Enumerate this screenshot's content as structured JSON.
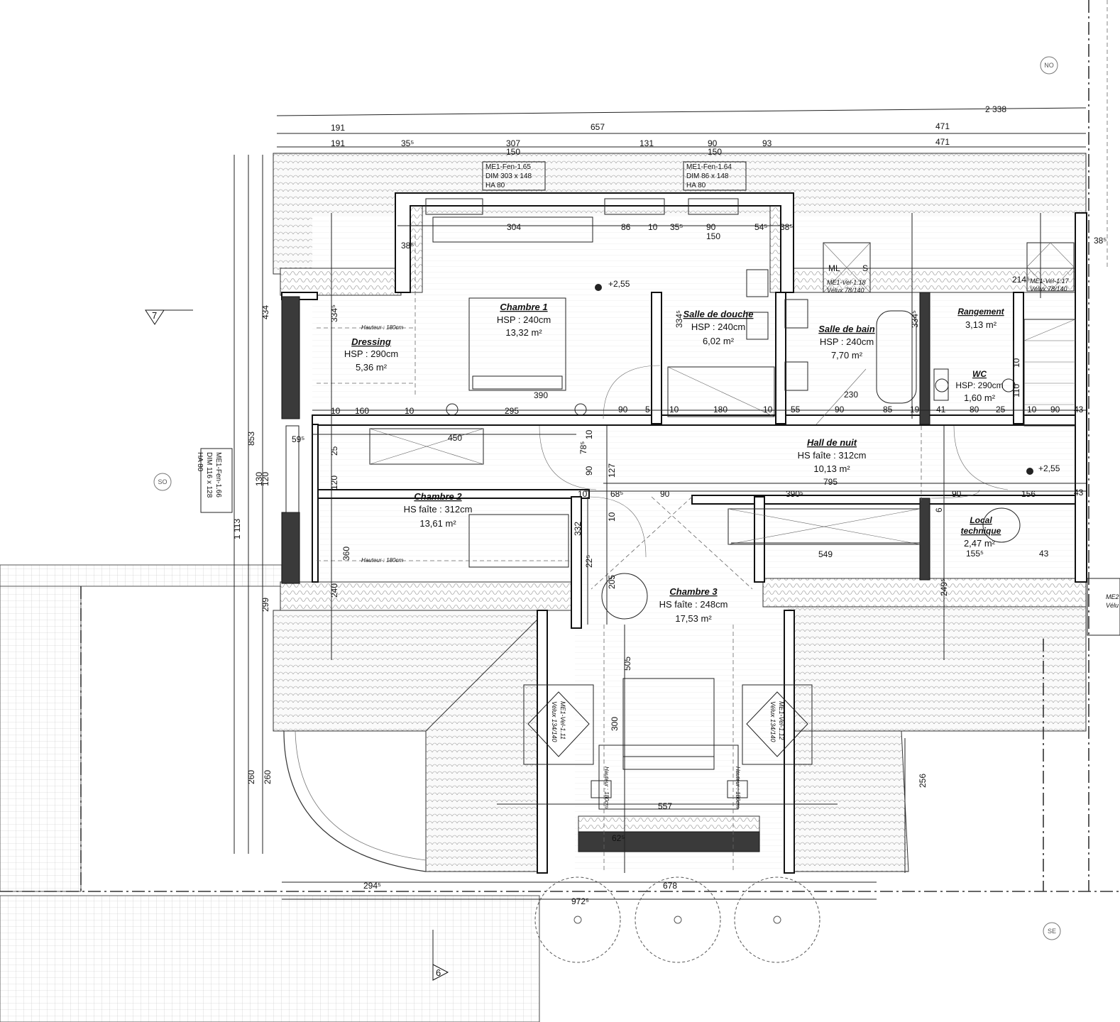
{
  "rooms": {
    "dressing": {
      "name": "Dressing",
      "hsp": "HSP : 290cm",
      "area": "5,36 m²"
    },
    "chambre1": {
      "name": "Chambre 1",
      "hsp": "HSP : 240cm",
      "area": "13,32 m²"
    },
    "salle_douche": {
      "name": "Salle de douche",
      "hsp": "HSP : 240cm",
      "area": "6,02 m²"
    },
    "salle_bain": {
      "name": "Salle de bain",
      "hsp": "HSP : 240cm",
      "area": "7,70 m²"
    },
    "rangement": {
      "name": "Rangement",
      "area": "3,13 m²"
    },
    "wc": {
      "name": "WC",
      "hsp": "HSP: 290cm",
      "area": "1,60 m²"
    },
    "hall": {
      "name": "Hall de nuit",
      "hsp": "HS faîte : 312cm",
      "area": "10,13 m²"
    },
    "chambre2": {
      "name": "Chambre 2",
      "hsp": "HS faîte : 312cm",
      "area": "13,61 m²"
    },
    "local": {
      "name1": "Local",
      "name2": "technique",
      "area": "2,47 m²"
    },
    "chambre3": {
      "name": "Chambre 3",
      "hsp": "HS faîte : 248cm",
      "area": "17,53 m²"
    }
  },
  "windows": {
    "fen165": {
      "l1": "ME1-Fen-1.65",
      "l2": "DIM  303 x 148",
      "l3": "HA   80"
    },
    "fen164": {
      "l1": "ME1-Fen-1.64",
      "l2": "DIM  86 x 148",
      "l3": "HA   80"
    },
    "fen166": {
      "l1": "ME1-Fen-1.66",
      "l2": "DIM  116 x 128",
      "l3": "HA   80"
    },
    "vel118": {
      "l1": "ME1-Vel-1.18",
      "l2": "Vélux 78/140"
    },
    "vel117": {
      "l1": "ME1-Vel-1.17",
      "l2": "Vélux 78/140"
    },
    "vel111": {
      "l1": "ME1-Vel-1.11",
      "l2": "Vélux 134/140"
    },
    "vel112": {
      "l1": "ME1-Vel-1.12",
      "l2": "Vélux 134/140"
    },
    "vel_cut": {
      "l1": "ME2",
      "l2": "Vélu"
    }
  },
  "appliances": {
    "ml": "ML",
    "s": "S"
  },
  "levels": {
    "l1": "+2,55",
    "l2": "+2,55"
  },
  "headroom": {
    "h1": "Hauteur : 180cm",
    "h2": "Hauteur : 180cm",
    "h3": "Hauteur : 180cm",
    "h4": "Hauteur : 180cm"
  },
  "compass": {
    "no": "NO",
    "so": "SO",
    "se": "SE"
  },
  "sections": {
    "s7": "7",
    "s6": "6"
  },
  "dimensions": {
    "top_total": "2 338",
    "r1": [
      "191",
      "657",
      "471"
    ],
    "r2": [
      "191",
      "35⁵",
      "307",
      "150",
      "131",
      "90",
      "150",
      "93",
      "471"
    ],
    "inner_top": [
      "38⁵",
      "304",
      "86",
      "10",
      "35⁵",
      "90",
      "150",
      "54⁵",
      "38⁵"
    ],
    "row575": [
      "10",
      "160",
      "10",
      "295",
      "390",
      "90",
      "5",
      "10",
      "180",
      "10",
      "55",
      "90",
      "230",
      "85",
      "19",
      "41",
      "80",
      "25",
      "10",
      "90",
      "43"
    ],
    "row690": [
      "10",
      "68⁵",
      "90",
      "390⁵",
      "90",
      "156",
      "43"
    ],
    "hall": [
      "450",
      "795"
    ],
    "misc": [
      "549",
      "155⁵",
      "43",
      "557",
      "678",
      "294⁵",
      "972⁵",
      "62⁵",
      "38⁵",
      "214⁵",
      "59⁵"
    ],
    "vert": [
      "434",
      "853",
      "1 113",
      "120",
      "130",
      "299",
      "260",
      "260",
      "334⁵",
      "334⁵",
      "334⁵",
      "25",
      "120",
      "360",
      "240",
      "10",
      "78⁵",
      "90",
      "127",
      "332",
      "10",
      "22⁵",
      "205",
      "505",
      "300",
      "10",
      "110",
      "6",
      "249⁵",
      "256"
    ]
  }
}
